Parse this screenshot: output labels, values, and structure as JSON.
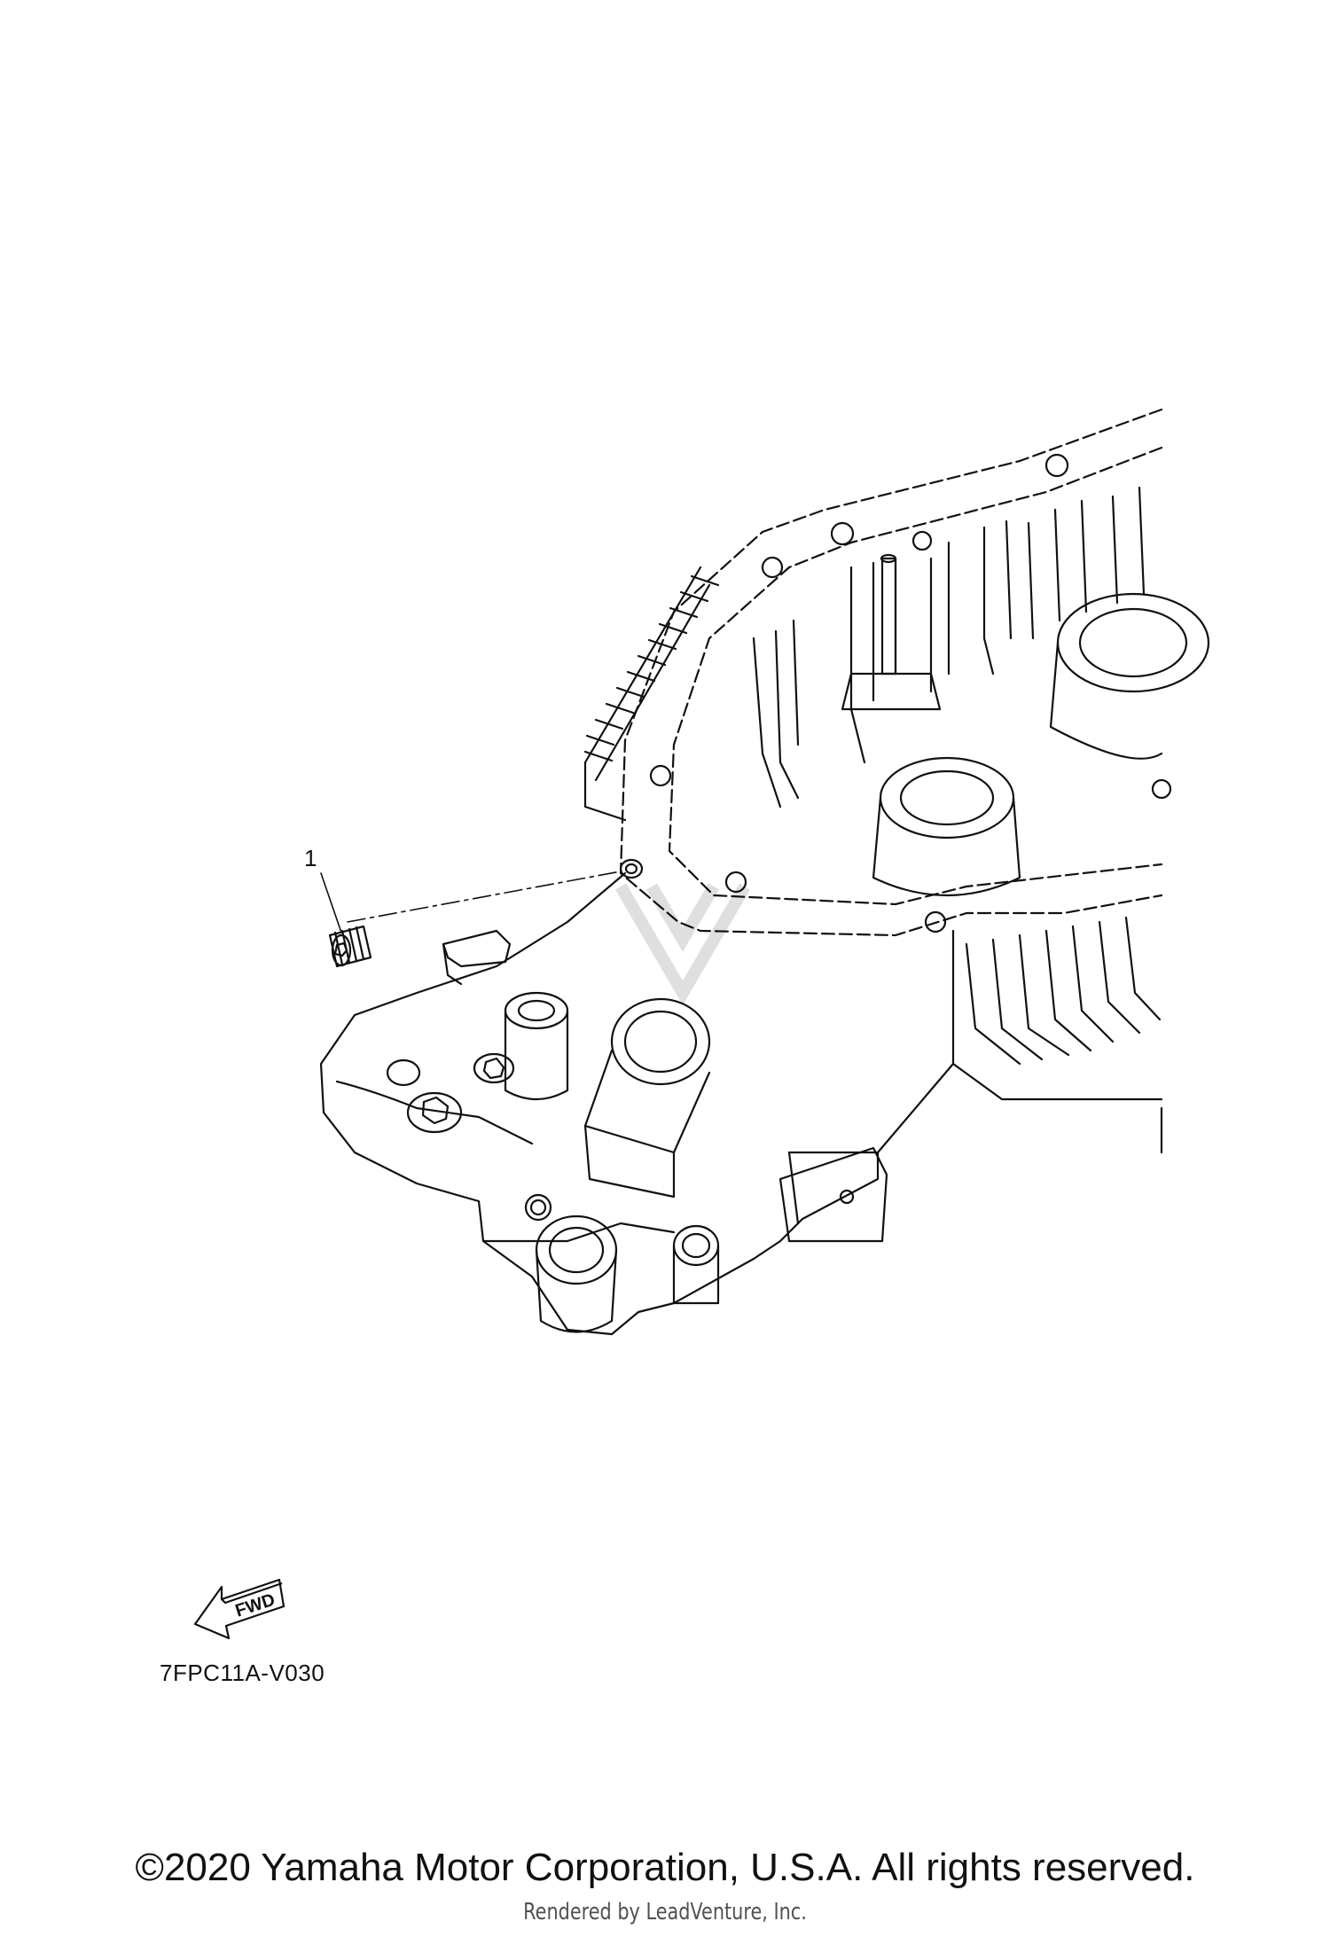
{
  "diagram": {
    "callouts": [
      "1"
    ],
    "fwd_label": "FWD",
    "code": "7FPC11A-V030"
  },
  "footer": {
    "copyright": "©2020 Yamaha Motor Corporation, U.S.A. All rights reserved.",
    "rendered_by": "Rendered by LeadVenture, Inc."
  }
}
